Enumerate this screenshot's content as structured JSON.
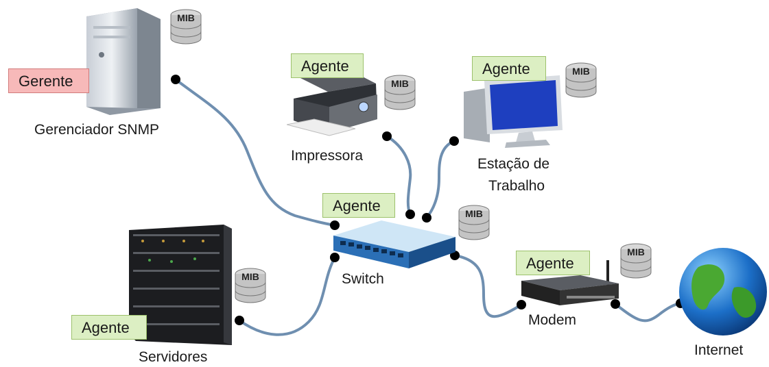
{
  "nodes": {
    "manager": {
      "role_label": "Gerente",
      "caption": "Gerenciador SNMP",
      "mib": "MIB"
    },
    "printer": {
      "role_label": "Agente",
      "caption": "Impressora",
      "mib": "MIB"
    },
    "workstation": {
      "role_label": "Agente",
      "caption_line1": "Estação de",
      "caption_line2": "Trabalho",
      "mib": "MIB"
    },
    "switch": {
      "role_label": "Agente",
      "caption": "Switch",
      "mib": "MIB"
    },
    "servers": {
      "role_label": "Agente",
      "caption": "Servidores",
      "mib": "MIB"
    },
    "modem": {
      "role_label": "Agente",
      "caption": "Modem",
      "mib": "MIB"
    },
    "internet": {
      "caption": "Internet"
    }
  },
  "colors": {
    "agent_bg": "#dcefc3",
    "manager_bg": "#f7b9b9",
    "cable": "#6f8fb0",
    "connector": "#000000"
  },
  "icons": [
    "server-tower-icon",
    "printer-icon",
    "desktop-computer-icon",
    "network-switch-icon",
    "server-rack-icon",
    "modem-router-icon",
    "globe-icon",
    "database-icon"
  ]
}
